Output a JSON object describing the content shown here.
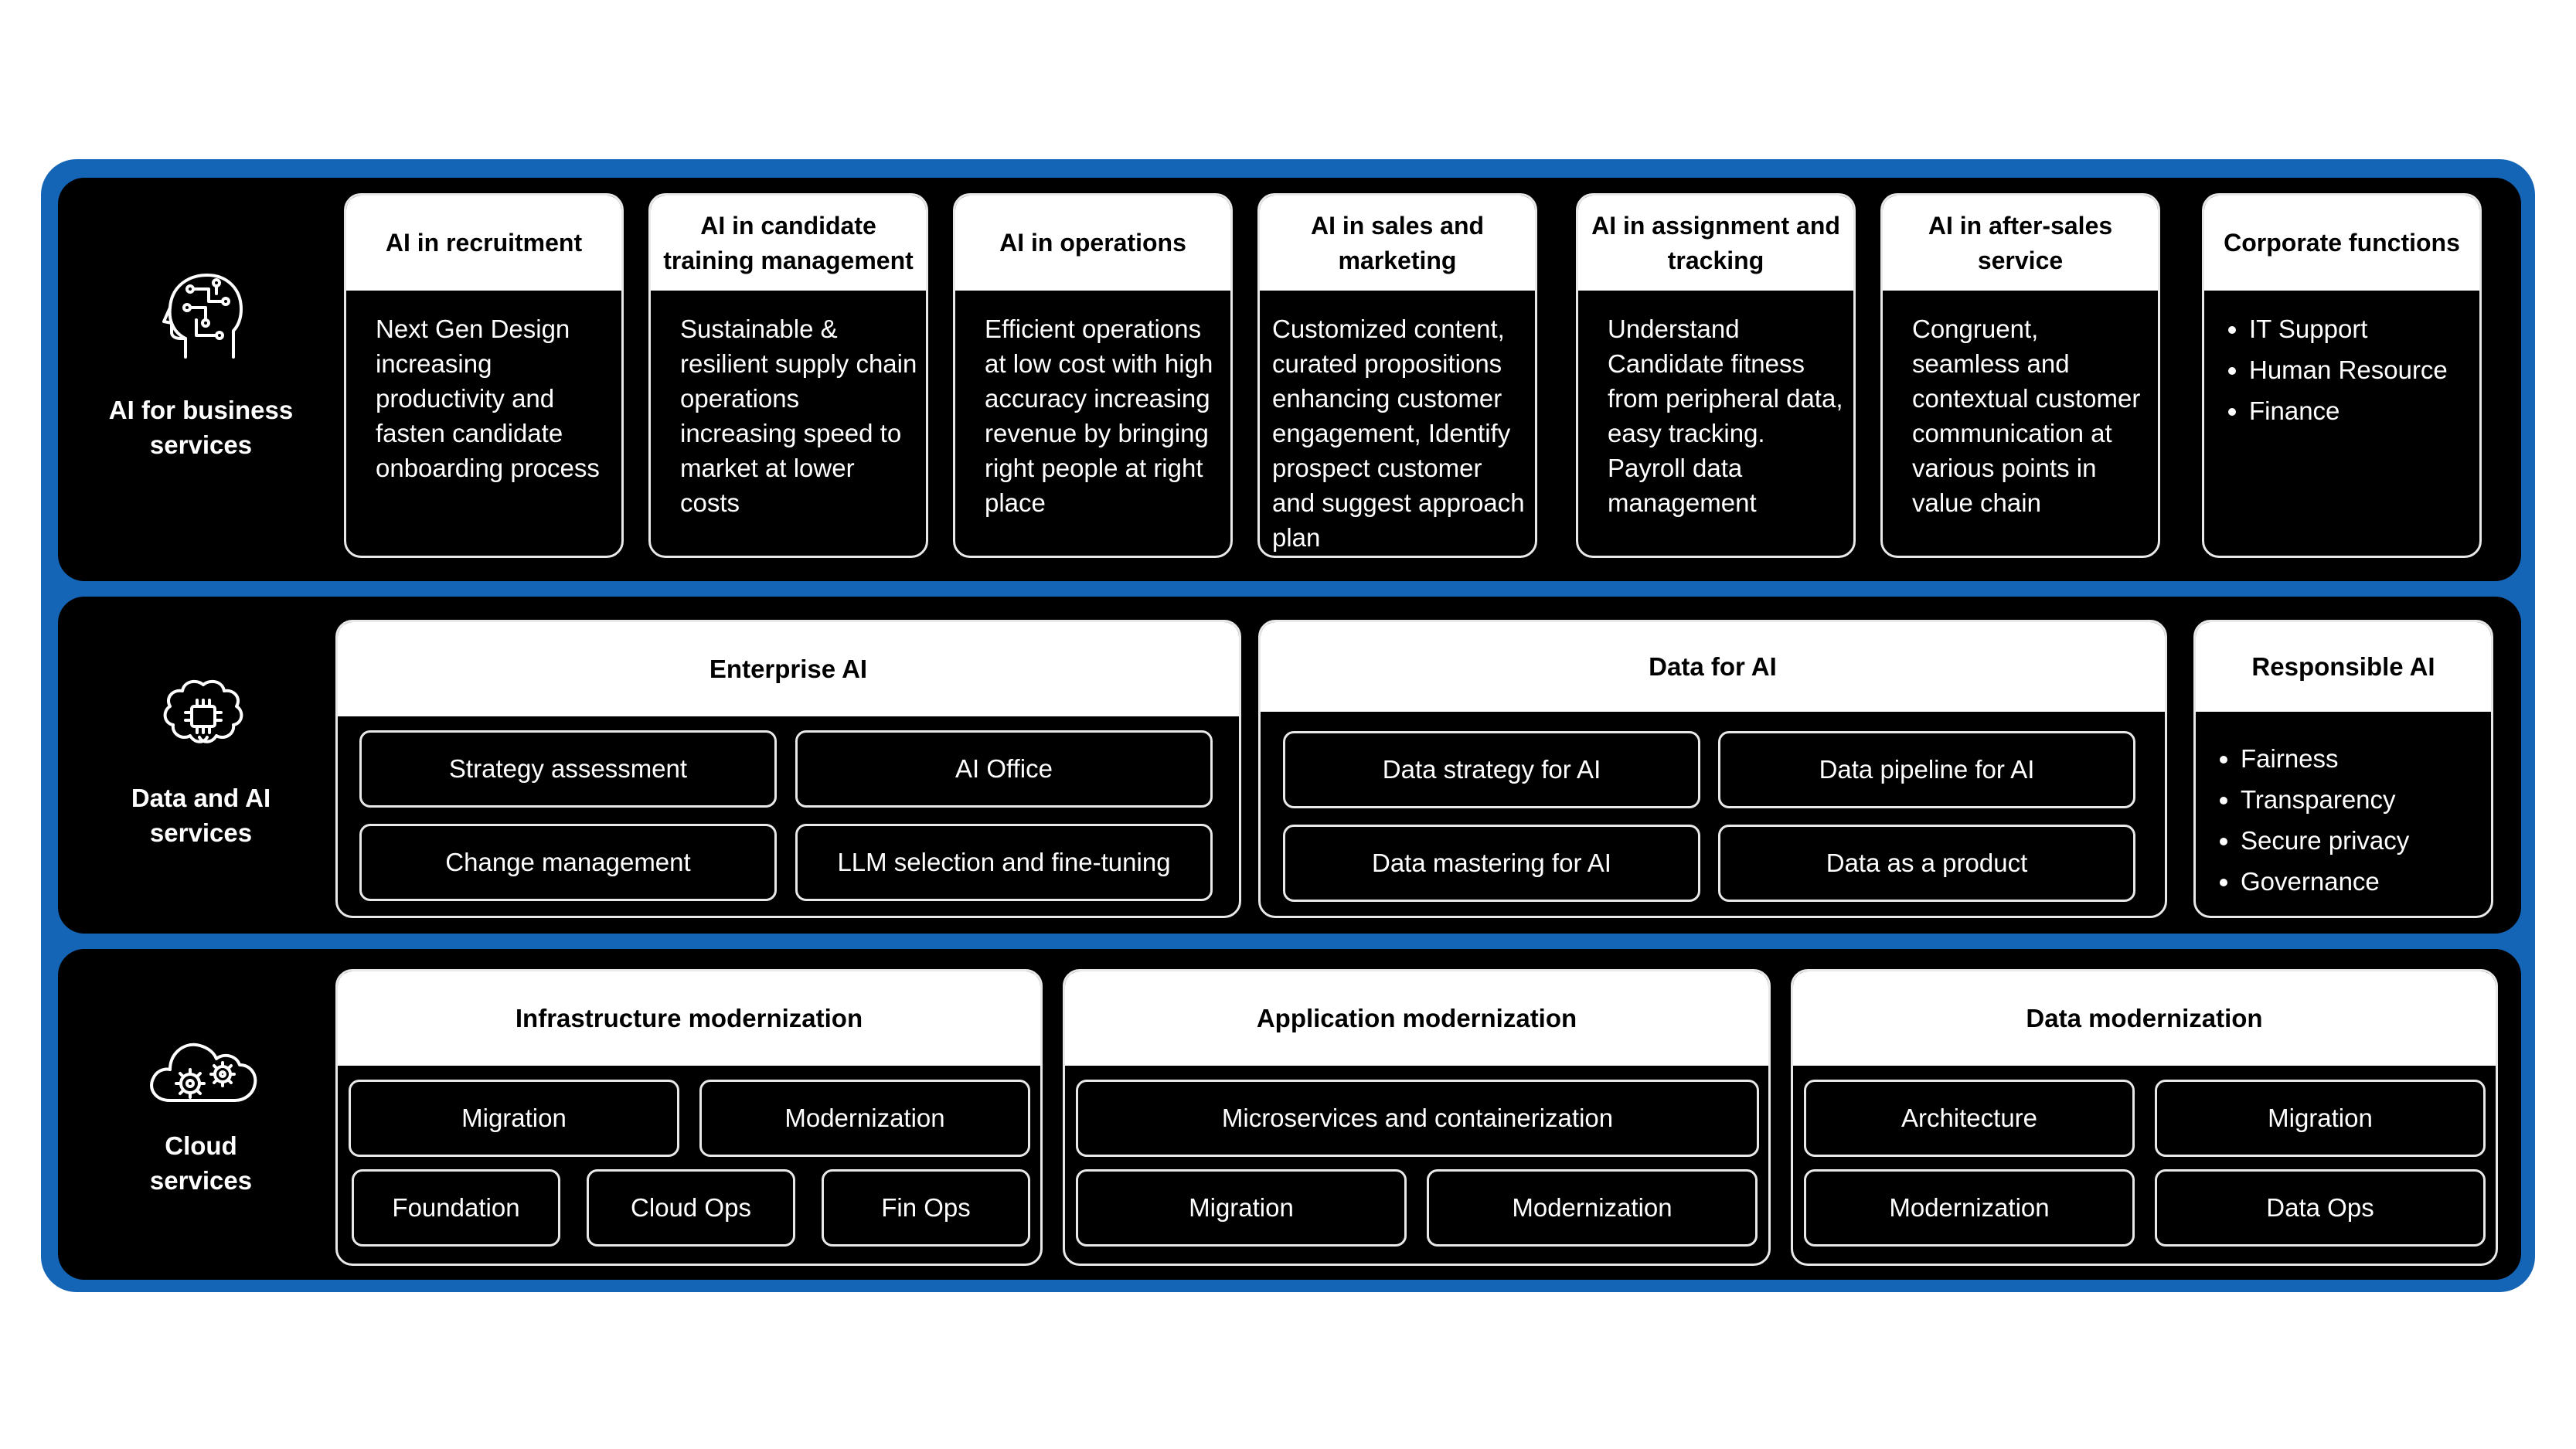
{
  "colors": {
    "frame": "#1565b7",
    "band": "#000000",
    "header": "#ffffff"
  },
  "rows": {
    "business": {
      "label_line1": "AI for business",
      "label_line2": "services",
      "icon": "ai-head-circuit-icon",
      "cards": [
        {
          "title": "AI in recruitment",
          "body": "Next Gen Design increasing productivity and fasten candidate onboarding process"
        },
        {
          "title": "AI in candidate training management",
          "body": "Sustainable & resilient supply chain operations increasing speed to market at lower costs"
        },
        {
          "title": "AI in operations",
          "body": "Efficient operations at low cost with high accuracy increasing revenue by bringing right people at right place"
        },
        {
          "title": "AI in sales and marketing",
          "body": "Customized content, curated propositions enhancing customer engagement, Identify prospect customer and suggest approach plan"
        },
        {
          "title": "AI in assignment and tracking",
          "body": "Understand Candidate fitness from peripheral data, easy tracking. Payroll data management"
        },
        {
          "title": "AI in after-sales service",
          "body": "Congruent, seamless and contextual customer communication at various points in value chain"
        },
        {
          "title": "Corporate functions",
          "items": [
            "IT Support",
            "Human Resource",
            "Finance"
          ]
        }
      ]
    },
    "data_ai": {
      "label_line1": "Data and AI",
      "label_line2": "services",
      "icon": "brain-chip-icon",
      "enterprise": {
        "title": "Enterprise AI",
        "items": [
          "Strategy assessment",
          "AI Office",
          "Change management",
          "LLM selection and fine-tuning"
        ]
      },
      "data_for_ai": {
        "title": "Data for AI",
        "items": [
          "Data strategy for AI",
          "Data pipeline for AI",
          "Data mastering for AI",
          "Data as a product"
        ]
      },
      "responsible": {
        "title": "Responsible AI",
        "items": [
          "Fairness",
          "Transparency",
          "Secure privacy",
          "Governance"
        ]
      }
    },
    "cloud": {
      "label_line1": "Cloud",
      "label_line2": "services",
      "icon": "cloud-gears-icon",
      "infra": {
        "title": "Infrastructure modernization",
        "items": [
          "Migration",
          "Modernization",
          "Foundation",
          "Cloud Ops",
          "Fin Ops"
        ]
      },
      "app": {
        "title": "Application modernization",
        "items": [
          "Microservices and containerization",
          "Migration",
          "Modernization"
        ]
      },
      "data_mod": {
        "title": "Data modernization",
        "items": [
          "Architecture",
          "Migration",
          "Modernization",
          "Data Ops"
        ]
      }
    }
  }
}
